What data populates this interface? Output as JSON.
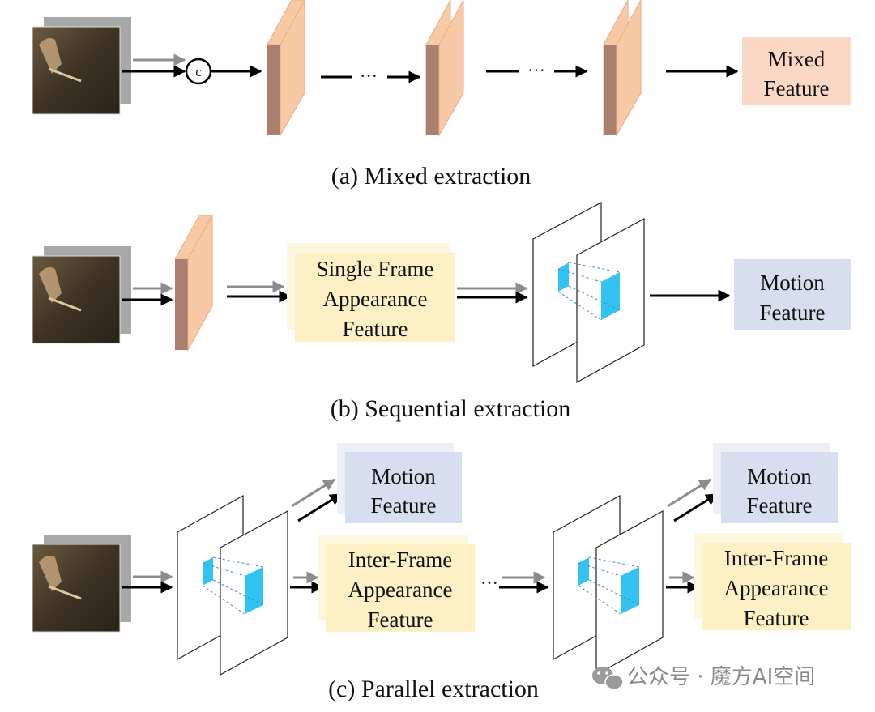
{
  "colors": {
    "orange_box": "#fbd8c6",
    "yellow_box": "#fdf0c4",
    "yellow_box_back": "#fdf7e0",
    "blue_box": "#d7deef",
    "blue_box_back": "#eceff6",
    "feature_map_face": "#f7c9a5",
    "feature_map_side": "#a97f6f",
    "cyan": "#33c3f3",
    "arrow_black": "#000000",
    "arrow_gray": "#8c8c8c"
  },
  "panel_a": {
    "concat_symbol": "c",
    "ellipsis_1": "···",
    "ellipsis_2": "···",
    "output_line1": "Mixed",
    "output_line2": "Feature",
    "caption": "(a) Mixed extraction"
  },
  "panel_b": {
    "appearance_line1": "Single Frame",
    "appearance_line2": "Appearance",
    "appearance_line3": "Feature",
    "output_line1": "Motion",
    "output_line2": "Feature",
    "caption": "(b) Sequential extraction"
  },
  "panel_c": {
    "motion_line1": "Motion",
    "motion_line2": "Feature",
    "appearance_line1": "Inter-Frame",
    "appearance_line2": "Appearance",
    "appearance_line3": "Feature",
    "ellipsis": "···",
    "motion2_line1": "Motion",
    "motion2_line2": "Feature",
    "appearance2_line1": "Inter-Frame",
    "appearance2_line2": "Appearance",
    "appearance2_line3": "Feature",
    "caption": "(c) Parallel extraction"
  },
  "watermark": {
    "icon": "wechat-icon",
    "text": "公众号 · 魔方AI空间"
  }
}
